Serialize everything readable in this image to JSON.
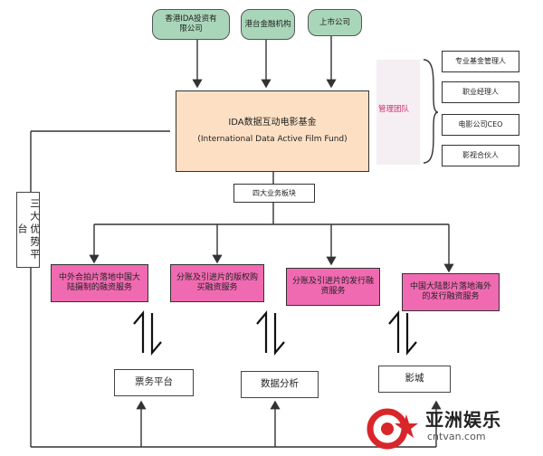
{
  "investors": [
    {
      "text": "香港IDA投资有限公司"
    },
    {
      "text": "港台金融机构"
    },
    {
      "text": "上市公司"
    }
  ],
  "fund": {
    "name": "IDA数据互动电影基金",
    "english": "(International Data Active Film Fund)"
  },
  "management": {
    "label": "管理团队",
    "members": [
      "专业基金管理人",
      "职业经理人",
      "电影公司CEO",
      "影视合伙人"
    ]
  },
  "business_label": "四大业务板块",
  "services": [
    "中外合拍片落地中国大陆摄制的融资服务",
    "分账及引进片的版权购买融资服务",
    "分账及引进片的发行融资服务",
    "中国大陆影片落地海外的发行融资服务"
  ],
  "platforms_label": "三大优势平台",
  "platforms": [
    "票务平台",
    "数据分析",
    "影城"
  ],
  "watermark": {
    "brand": "亚洲娱乐",
    "url": "cntvan.com"
  },
  "colors": {
    "investor": "#a9d6b9",
    "fund": "#fde0c4",
    "service": "#f06ab2",
    "management_label": "#d22c6e"
  }
}
